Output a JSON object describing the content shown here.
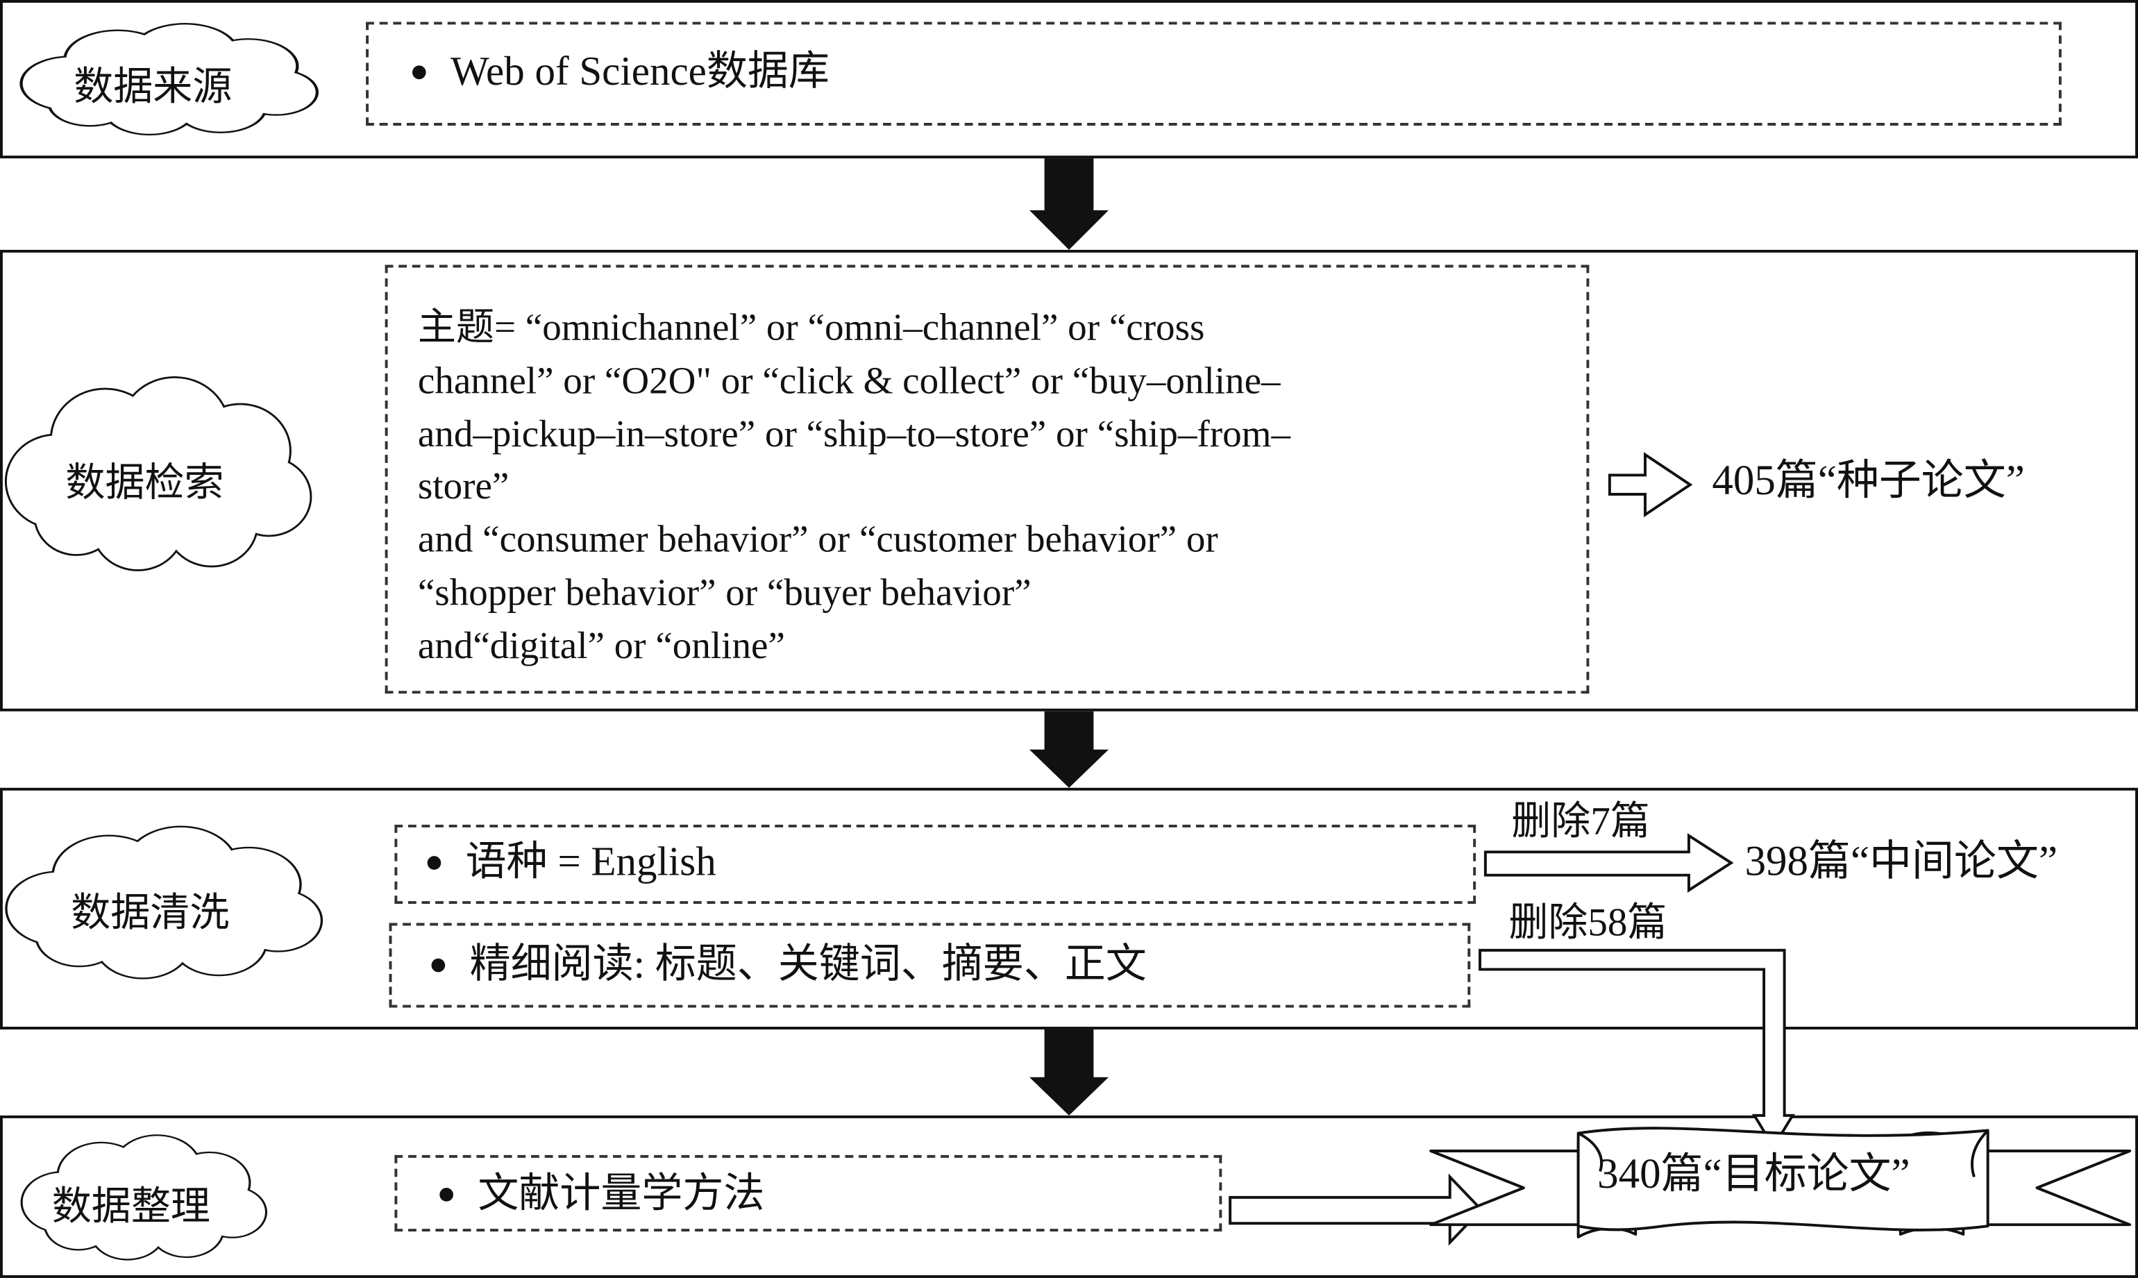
{
  "stages": [
    {
      "label": "数据来源",
      "items": [
        "Web of Science数据库"
      ]
    },
    {
      "label": "数据检索",
      "query_lines": [
        "主题= “omnichannel” or “omni–channel” or “cross",
        "channel” or “O2O\" or “click & collect” or “buy–online–",
        "and–pickup–in–store” or “ship–to–store” or “ship–from–",
        "store”",
        "and “consumer behavior” or “customer behavior” or",
        "“shopper behavior” or “buyer behavior”",
        "and“digital” or “online”"
      ],
      "result": "405篇“种子论文”"
    },
    {
      "label": "数据清洗",
      "items": [
        "语种 = English",
        "精细阅读: 标题、关键词、摘要、正文"
      ],
      "delete_1": "删除7篇",
      "result_1": "398篇“中间论文”",
      "delete_2": "删除58篇"
    },
    {
      "label": "数据整理",
      "items": [
        "文献计量学方法"
      ],
      "result": "340篇“目标论文”"
    }
  ]
}
